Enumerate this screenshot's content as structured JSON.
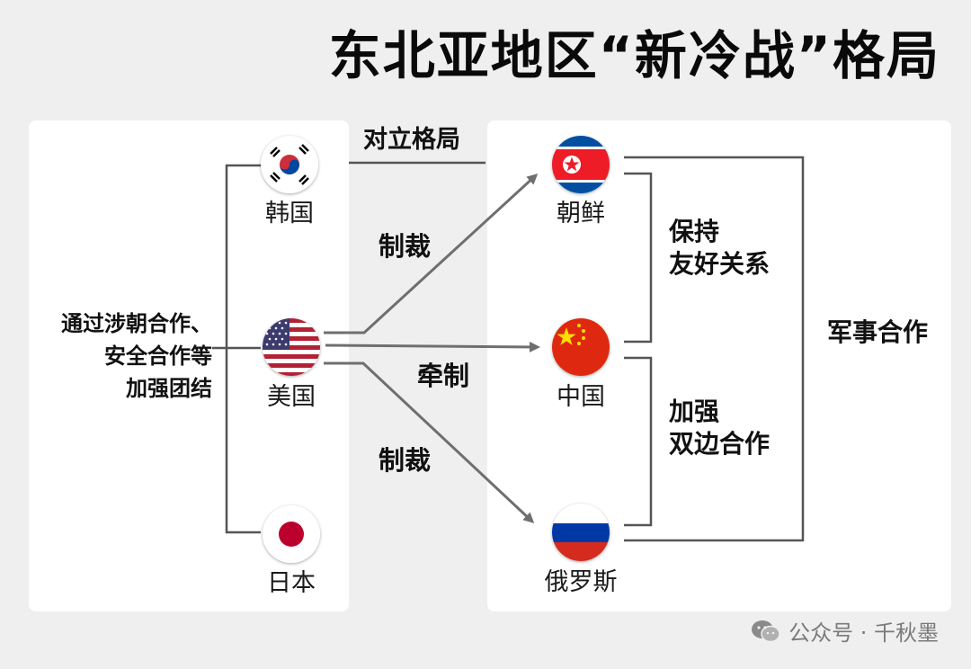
{
  "title": "东北亚地区“新冷战”格局",
  "left_panel": {
    "note_lines": [
      "通过涉朝合作、",
      "安全合作等",
      "加强团结"
    ]
  },
  "countries": {
    "korea": "韩国",
    "usa": "美国",
    "japan": "日本",
    "north_korea": "朝鲜",
    "china": "中国",
    "russia": "俄罗斯"
  },
  "relations": {
    "opposition": "对立格局",
    "sanction_top": "制裁",
    "containment": "牵制",
    "sanction_bottom": "制裁"
  },
  "right_panel": {
    "friendly_lines": [
      "保持",
      "友好关系"
    ],
    "bilateral_lines": [
      "加强",
      "双边合作"
    ],
    "military": "军事合作"
  },
  "watermark": {
    "text": "公众号 · 千秋墨",
    "icon": "wechat-icon"
  },
  "colors": {
    "background": "#efefef",
    "panel": "#ffffff",
    "line": "#555555",
    "arrow": "#6f6f6f",
    "red": "#de2910",
    "blue": "#1a3c8e"
  }
}
